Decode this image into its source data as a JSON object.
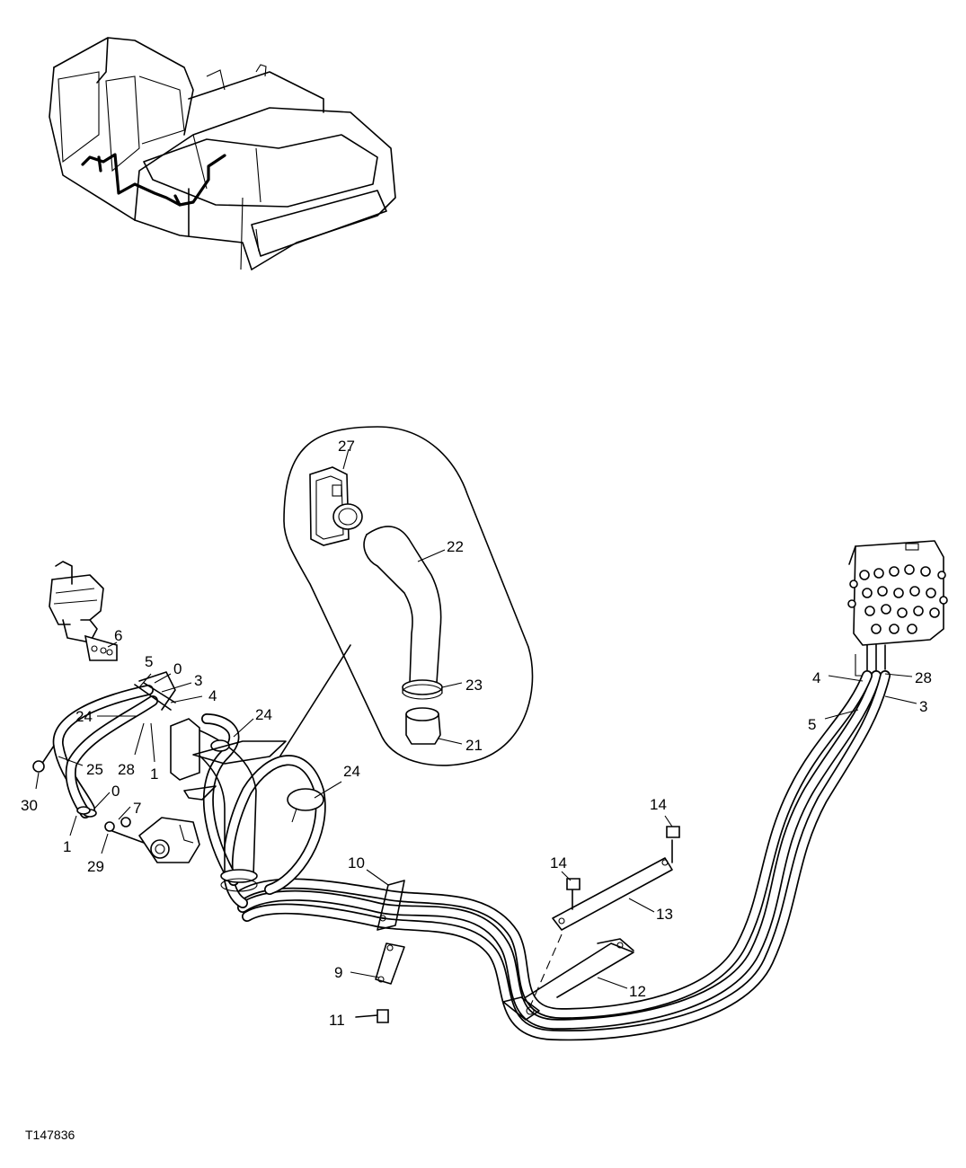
{
  "figure_id": "T147836",
  "callouts": {
    "c27": "27",
    "c22": "22",
    "c23": "23",
    "c21": "21",
    "c6": "6",
    "c5a": "5",
    "c0a": "0",
    "c3a": "3",
    "c4a": "4",
    "c24a": "24",
    "c24b": "24",
    "c24c": "24",
    "c28a": "28",
    "c1a": "1",
    "c25": "25",
    "c30": "30",
    "c0b": "0",
    "c7": "7",
    "c1b": "1",
    "c29": "29",
    "c4b": "4",
    "c28b": "28",
    "c5b": "5",
    "c3b": "3",
    "c14a": "14",
    "c14b": "14",
    "c13": "13",
    "c10": "10",
    "c9": "9",
    "c11": "11",
    "c12": "12"
  },
  "icons": [
    "excavator-locator",
    "hose-detail-bubble",
    "control-valve",
    "pump",
    "hydraulic-motor"
  ]
}
